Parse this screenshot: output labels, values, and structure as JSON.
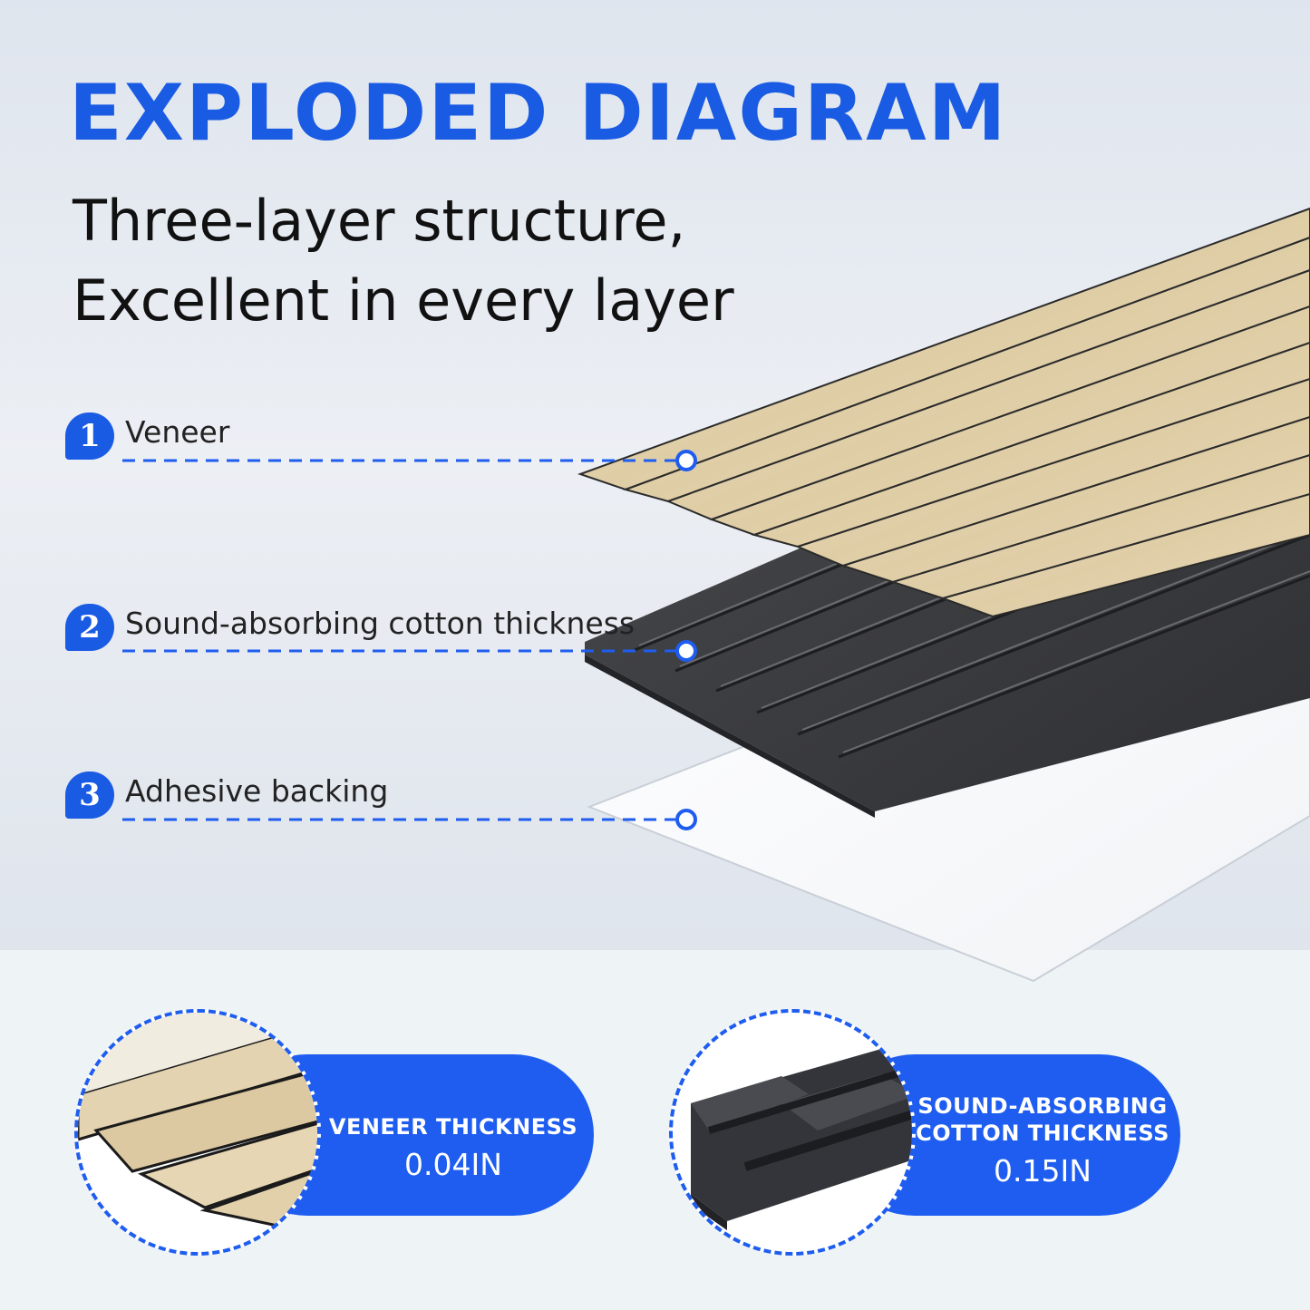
{
  "header": {
    "title": "EXPLODED DIAGRAM",
    "subtitle_line1": "Three-layer structure,",
    "subtitle_line2": "Excellent in every layer"
  },
  "callouts": [
    {
      "number": "1",
      "label": "Veneer"
    },
    {
      "number": "2",
      "label": "Sound-absorbing cotton thickness"
    },
    {
      "number": "3",
      "label": "Adhesive backing"
    }
  ],
  "details": [
    {
      "heading_line1": "VENEER THICKNESS",
      "heading_line2": "",
      "value": "0.04IN"
    },
    {
      "heading_line1": "SOUND-ABSORBING",
      "heading_line2": "COTTON THICKNESS",
      "value": "0.15IN"
    }
  ],
  "colors": {
    "accent": "#1e5df0",
    "title": "#1a5be3",
    "veneer": "#e3d3b0",
    "foam": "#3c3d40",
    "backing": "#ffffff"
  }
}
